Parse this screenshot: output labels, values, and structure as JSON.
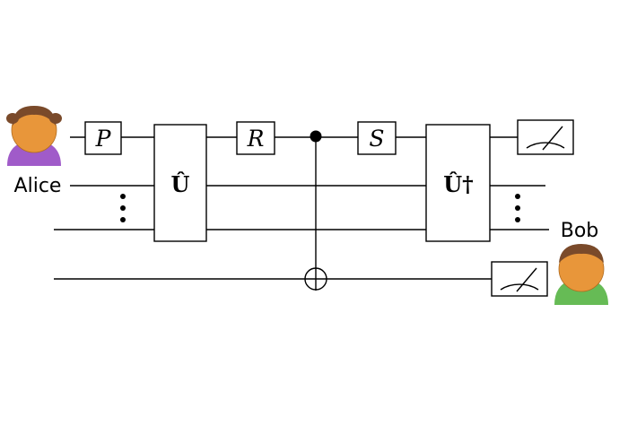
{
  "people": {
    "alice": {
      "name": "Alice",
      "skin": "#E8963A",
      "hair": "#7A4A2A",
      "shirt": "#A05BC9"
    },
    "bob": {
      "name": "Bob",
      "skin": "#E8963A",
      "hair": "#7A4A2A",
      "shirt": "#66BB55"
    }
  },
  "gates": {
    "p": "P",
    "r": "R",
    "s": "S",
    "u": "Û",
    "u_dagger": "Û†"
  },
  "colors": {
    "line": "#000000",
    "background": "#ffffff"
  }
}
